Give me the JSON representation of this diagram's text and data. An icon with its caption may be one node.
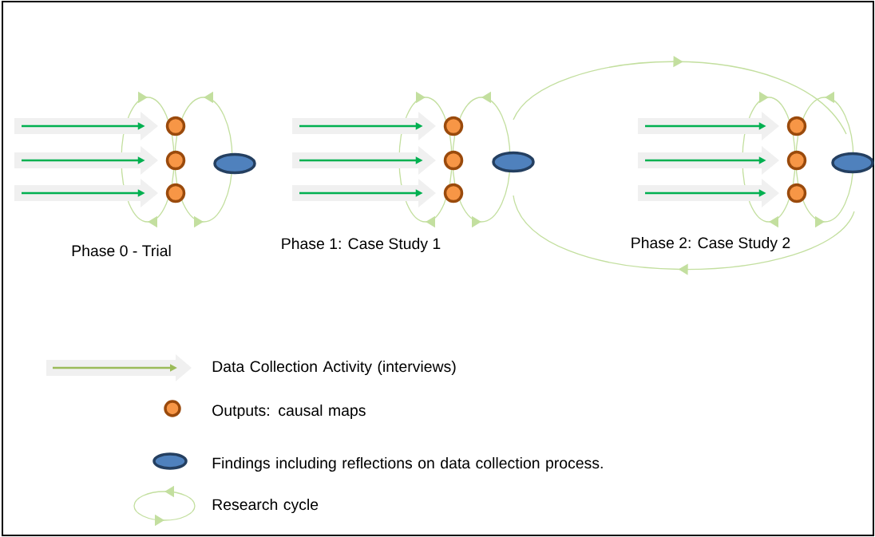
{
  "diagram": {
    "nodes": [
      {
        "text": [],
        "shape": "circle"
      },
      {
        "text": [],
        "shape": "circle"
      },
      {
        "text": [],
        "shape": "circle"
      },
      {
        "text": [],
        "shape": "ellipse"
      },
      {
        "text": [],
        "shape": "circle"
      },
      {
        "text": [],
        "shape": "circle"
      },
      {
        "text": [],
        "shape": "circle"
      },
      {
        "text": [],
        "shape": "ellipse"
      },
      {
        "text": [],
        "shape": "circle"
      },
      {
        "text": [],
        "shape": "circle"
      },
      {
        "text": [],
        "shape": "circle"
      },
      {
        "text": [],
        "shape": "ellipse"
      }
    ],
    "edges": [
      {
        "from": null,
        "to": 0,
        "arrow": "to"
      },
      {
        "from": null,
        "to": 1,
        "arrow": "to"
      },
      {
        "from": null,
        "to": 2,
        "arrow": "to"
      },
      {
        "from": null,
        "to": 4,
        "arrow": "to"
      },
      {
        "from": null,
        "to": 5,
        "arrow": "to"
      },
      {
        "from": null,
        "to": 6,
        "arrow": "to"
      },
      {
        "from": null,
        "to": 8,
        "arrow": "to"
      },
      {
        "from": null,
        "to": 9,
        "arrow": "to"
      },
      {
        "from": null,
        "to": 10,
        "arrow": "to"
      }
    ],
    "labels": [
      "Phase 0 - Trial",
      "Phase 1: Case Study 1",
      "Phase 2: Case Study 2"
    ],
    "legend": [
      {
        "text": "Data Collection Activity (interviews)"
      },
      {
        "text": "Outputs: causal maps"
      },
      {
        "text": "Findings including reflections on data collection process."
      },
      {
        "text": "Research cycle"
      }
    ]
  }
}
